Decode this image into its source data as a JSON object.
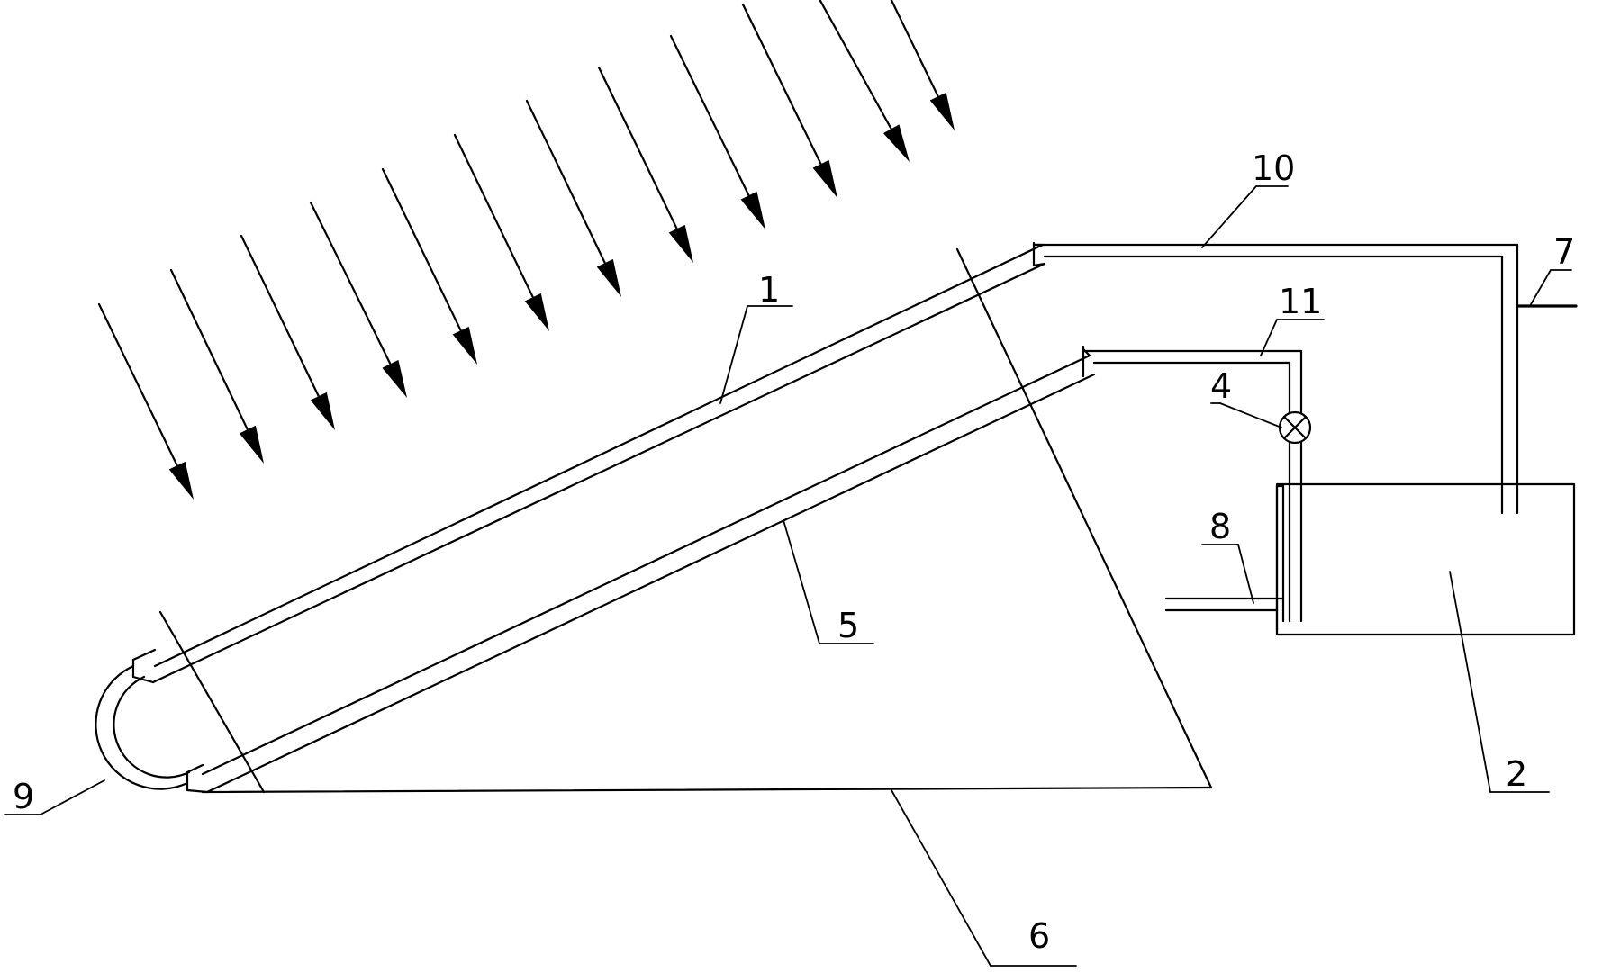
{
  "figure": {
    "labels": [
      {
        "id": "1",
        "text": "1"
      },
      {
        "id": "2",
        "text": "2"
      },
      {
        "id": "4",
        "text": "4"
      },
      {
        "id": "5",
        "text": "5"
      },
      {
        "id": "6",
        "text": "6"
      },
      {
        "id": "7",
        "text": "7"
      },
      {
        "id": "8",
        "text": "8"
      },
      {
        "id": "9",
        "text": "9"
      },
      {
        "id": "10",
        "text": "10"
      },
      {
        "id": "11",
        "text": "11"
      }
    ],
    "sun_ray_count": 12,
    "line_color": "#000000",
    "background_color": "#ffffff"
  }
}
